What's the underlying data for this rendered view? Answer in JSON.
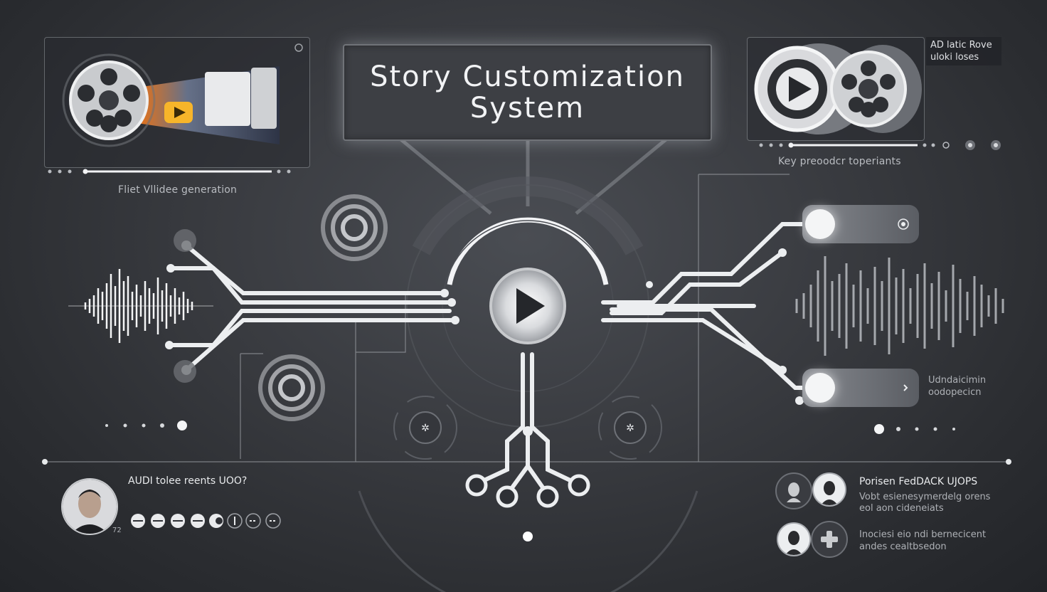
{
  "title": {
    "line1": "Story Customization",
    "line2": "System"
  },
  "panels": {
    "top_left": {
      "caption": "Fliet Vllidee generation"
    },
    "top_right": {
      "tag_line1": "AD  latic Rove",
      "tag_line2": "uloki loses",
      "caption": "Key preoodcr toperiants"
    }
  },
  "sliders": {
    "bottom_right": {
      "line1": "Udndaicimin",
      "line2": "oodopecicn"
    }
  },
  "bottom_left": {
    "heading": "AUDI  tolee reents UOO?",
    "sub_icon_label": "72"
  },
  "bottom_right": {
    "heading": "Porisen  FedDACK UJOPS",
    "item1": {
      "line1": "Vobt  esienesymerdelg orens",
      "line2": "eol aon cideneiats"
    },
    "item2": {
      "line1": "Inociesi eio ndi bernecicent",
      "line2": "andes cealtbsedon"
    }
  },
  "icons": {
    "film_reel": "film-reel-icon",
    "play": "play-icon",
    "avatar": "user-avatar-icon",
    "plus": "plus-icon",
    "settings": "target-icon"
  },
  "colors": {
    "background": "#2e3035",
    "accent": "#f5a623",
    "wire": "#e6e8ea"
  }
}
